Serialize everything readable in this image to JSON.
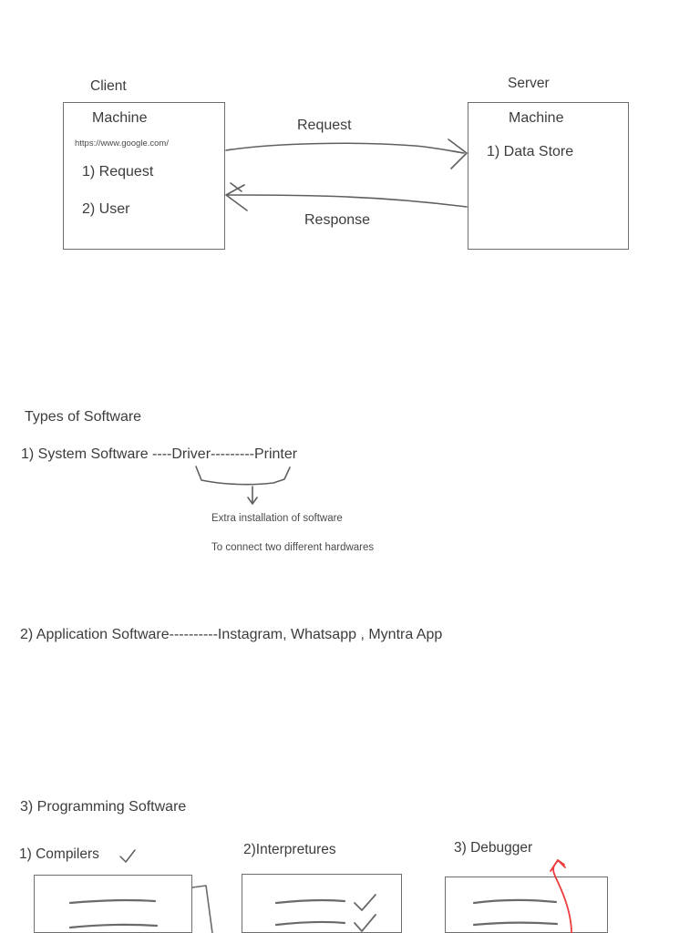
{
  "document": {
    "background": "#ffffff",
    "ink_color": "#3c3c3c",
    "stroke_color": "#6e6e6e",
    "accent_color": "#ee3b3b"
  },
  "client_server_diagram": {
    "client": {
      "caption": "Client",
      "box_title": "Machine",
      "url": "https://www.google.com/",
      "items": [
        "1) Request",
        "2) User"
      ]
    },
    "server": {
      "caption": "Server",
      "box_title": "Machine",
      "items": [
        "1) Data Store"
      ]
    },
    "flows": [
      {
        "label": "Request",
        "direction": "client-to-server"
      },
      {
        "label": "Response",
        "direction": "server-to-client"
      }
    ]
  },
  "types_of_software": {
    "heading": "Types of Software",
    "system_software": {
      "line": "1) System Software ----Driver---------Printer",
      "brace_note_1": "Extra installation of software",
      "brace_note_2": "To connect two different hardwares"
    },
    "application_software": {
      "line": "2) Application Software----------Instagram, Whatsapp , Myntra App"
    },
    "programming_software": {
      "heading": "3) Programming Software",
      "items": [
        {
          "label": "1) Compilers",
          "mark": "check"
        },
        {
          "label": "2)Interpretures",
          "mark": "none"
        },
        {
          "label": "3) Debugger",
          "mark": "red-arrow"
        }
      ]
    }
  }
}
